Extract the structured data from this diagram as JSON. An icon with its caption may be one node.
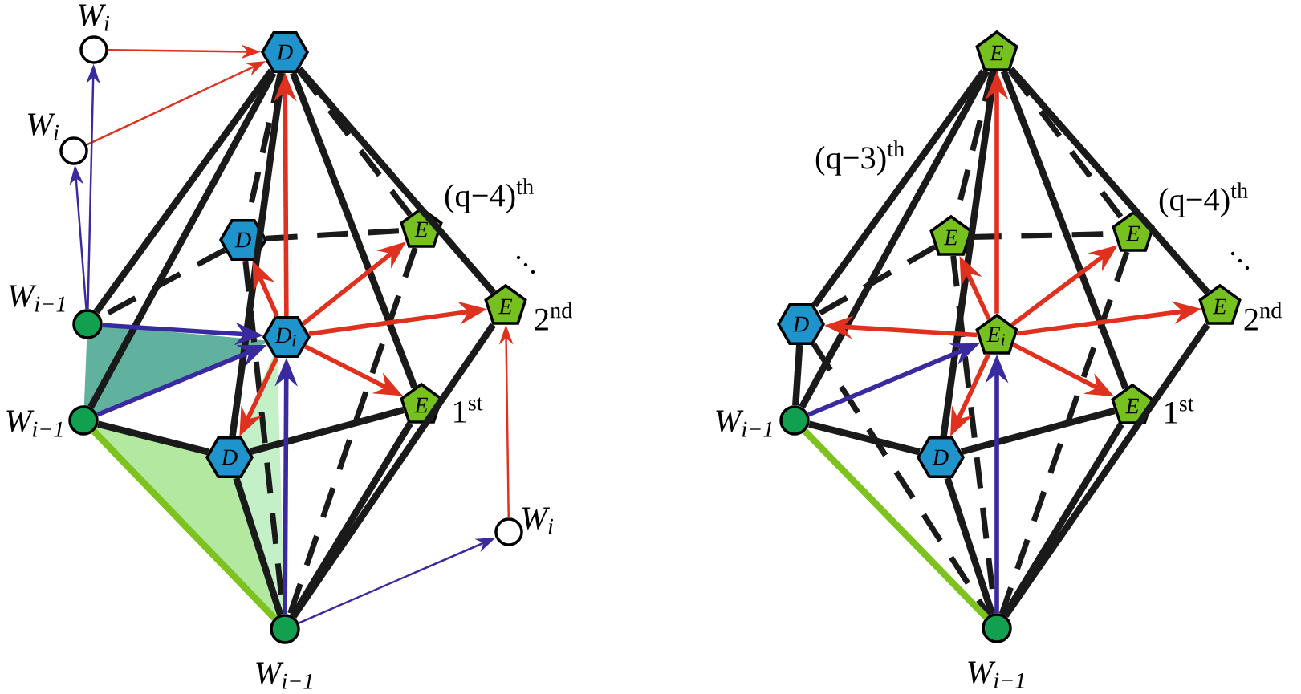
{
  "diagram": {
    "nodes": [
      {
        "text": [
          "W$_{i}$"
        ]
      },
      {
        "text": [
          "D"
        ]
      },
      {
        "text": [
          "W$_{i}$"
        ]
      },
      {
        "text": [
          "D"
        ]
      },
      {
        "text": [
          "E"
        ],
        "beside": [
          "(q−4)$^{th}$"
        ]
      },
      {
        "text": [
          "W$_{i−1}$"
        ]
      },
      {
        "text": [
          "D$_{i}$"
        ]
      },
      {
        "text": [
          "E"
        ],
        "beside": [
          "2$^{nd}$"
        ]
      },
      {
        "text": [
          "E"
        ],
        "beside": [
          "1$^{st}$"
        ]
      },
      {
        "text": [
          "W$_{i−1}$"
        ]
      },
      {
        "text": [
          "D"
        ]
      },
      {
        "text": [
          "W$_{i}$"
        ]
      },
      {
        "text": [
          "W$_{i−1}$"
        ]
      },
      {
        "text": [
          "E"
        ]
      },
      {
        "text": [
          "E"
        ]
      },
      {
        "text": [
          "E"
        ],
        "beside": [
          "(q−4)$^{th}$"
        ]
      },
      {
        "text": [
          "D"
        ]
      },
      {
        "text": [
          "E$_{i}$"
        ]
      },
      {
        "text": [
          "E"
        ],
        "beside": [
          "2$^{nd}$"
        ]
      },
      {
        "text": [
          "E"
        ],
        "beside": [
          "1$^{st}$"
        ]
      },
      {
        "text": [
          "W$_{i−1}$"
        ]
      },
      {
        "text": [
          "D"
        ]
      },
      {
        "text": [
          "W$_{i−1}$"
        ]
      }
    ],
    "edges": [
      {
        "from": 5,
        "to": 1,
        "arrow": "none"
      },
      {
        "from": 9,
        "to": 1,
        "arrow": "none"
      },
      {
        "from": 1,
        "to": 10,
        "arrow": "none"
      },
      {
        "from": 1,
        "to": 8,
        "arrow": "none"
      },
      {
        "from": 1,
        "to": 7,
        "arrow": "none"
      },
      {
        "from": 1,
        "to": 3,
        "arrow": "none",
        "style": "dashed"
      },
      {
        "from": 1,
        "to": 4,
        "arrow": "none",
        "style": "dashed"
      },
      {
        "from": 3,
        "to": 4,
        "arrow": "none",
        "style": "dashed"
      },
      {
        "from": 3,
        "to": 5,
        "arrow": "none",
        "style": "dashed"
      },
      {
        "from": 3,
        "to": 12,
        "arrow": "none",
        "style": "dashed"
      },
      {
        "from": 4,
        "to": 12,
        "arrow": "none",
        "style": "dashed"
      },
      {
        "from": 7,
        "to": 12,
        "arrow": "none"
      },
      {
        "from": 8,
        "to": 12,
        "arrow": "none"
      },
      {
        "from": 9,
        "to": 10,
        "arrow": "none"
      },
      {
        "from": 10,
        "to": 8,
        "arrow": "none"
      },
      {
        "from": 10,
        "to": 12,
        "arrow": "none"
      },
      {
        "from": 9,
        "to": 12,
        "arrow": "none",
        "color": "#7dc21e"
      },
      {
        "from": 0,
        "to": 1,
        "arrow": "to",
        "color": "#e0301e"
      },
      {
        "from": 2,
        "to": 1,
        "arrow": "to",
        "color": "#e0301e"
      },
      {
        "from": 6,
        "to": 1,
        "arrow": "to",
        "color": "#e0301e"
      },
      {
        "from": 6,
        "to": 3,
        "arrow": "to",
        "color": "#e0301e"
      },
      {
        "from": 6,
        "to": 4,
        "arrow": "to",
        "color": "#e0301e"
      },
      {
        "from": 6,
        "to": 7,
        "arrow": "to",
        "color": "#e0301e"
      },
      {
        "from": 6,
        "to": 8,
        "arrow": "to",
        "color": "#e0301e"
      },
      {
        "from": 6,
        "to": 10,
        "arrow": "to",
        "color": "#e0301e"
      },
      {
        "from": 11,
        "to": 7,
        "arrow": "to",
        "color": "#e0301e"
      },
      {
        "from": 5,
        "to": 0,
        "arrow": "to",
        "color": "#3a2aa0"
      },
      {
        "from": 5,
        "to": 2,
        "arrow": "to",
        "color": "#3a2aa0"
      },
      {
        "from": 5,
        "to": 6,
        "arrow": "to",
        "color": "#3a2aa0"
      },
      {
        "from": 9,
        "to": 6,
        "arrow": "to",
        "color": "#3a2aa0"
      },
      {
        "from": 12,
        "to": 6,
        "arrow": "to",
        "color": "#3a2aa0"
      },
      {
        "from": 12,
        "to": 11,
        "arrow": "to",
        "color": "#3a2aa0"
      },
      {
        "from": 13,
        "to": 16,
        "arrow": "none"
      },
      {
        "from": 13,
        "to": 20,
        "arrow": "none"
      },
      {
        "from": 13,
        "to": 21,
        "arrow": "none"
      },
      {
        "from": 13,
        "to": 19,
        "arrow": "none"
      },
      {
        "from": 13,
        "to": 18,
        "arrow": "none"
      },
      {
        "from": 13,
        "to": 14,
        "arrow": "none",
        "style": "dashed"
      },
      {
        "from": 13,
        "to": 15,
        "arrow": "none",
        "style": "dashed"
      },
      {
        "from": 14,
        "to": 15,
        "arrow": "none",
        "style": "dashed"
      },
      {
        "from": 14,
        "to": 16,
        "arrow": "none",
        "style": "dashed"
      },
      {
        "from": 16,
        "to": 20,
        "arrow": "none"
      },
      {
        "from": 16,
        "to": 22,
        "arrow": "none",
        "style": "dashed"
      },
      {
        "from": 20,
        "to": 21,
        "arrow": "none"
      },
      {
        "from": 21,
        "to": 19,
        "arrow": "none"
      },
      {
        "from": 21,
        "to": 22,
        "arrow": "none"
      },
      {
        "from": 20,
        "to": 22,
        "arrow": "none",
        "color": "#7dc21e"
      },
      {
        "from": 14,
        "to": 22,
        "arrow": "none",
        "style": "dashed"
      },
      {
        "from": 15,
        "to": 22,
        "arrow": "none",
        "style": "dashed"
      },
      {
        "from": 18,
        "to": 22,
        "arrow": "none"
      },
      {
        "from": 19,
        "to": 22,
        "arrow": "none"
      },
      {
        "from": 17,
        "to": 13,
        "arrow": "to",
        "color": "#e0301e"
      },
      {
        "from": 17,
        "to": 14,
        "arrow": "to",
        "color": "#e0301e"
      },
      {
        "from": 17,
        "to": 15,
        "arrow": "to",
        "color": "#e0301e"
      },
      {
        "from": 17,
        "to": 18,
        "arrow": "to",
        "color": "#e0301e"
      },
      {
        "from": 17,
        "to": 19,
        "arrow": "to",
        "color": "#e0301e"
      },
      {
        "from": 17,
        "to": 21,
        "arrow": "to",
        "color": "#e0301e"
      },
      {
        "from": 17,
        "to": 16,
        "arrow": "to",
        "color": "#e0301e"
      },
      {
        "from": 20,
        "to": 17,
        "arrow": "to",
        "color": "#3a2aa0"
      },
      {
        "from": 22,
        "to": 17,
        "arrow": "to",
        "color": "#3a2aa0"
      }
    ],
    "labels": [
      "(q−3)$^{th}$"
    ]
  }
}
